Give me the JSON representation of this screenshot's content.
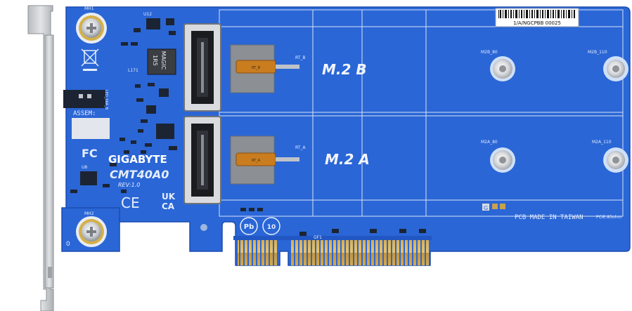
{
  "board": {
    "brand": "GIGABYTE",
    "model": "CMT40A0",
    "revision": "REV:1.0",
    "assembly_label": "ASSEM:",
    "serial": "1/A/NGCPBB 00025",
    "made_in": "PCB MADE IN TAIWAN",
    "pcie_note": "PCIE:85ohm",
    "slot_b_label": "M.2 B",
    "slot_a_label": "M.2 A",
    "hole_m2b_80": "M2B_80",
    "hole_m2b_110": "M2B_110",
    "hole_m2a_80": "M2A_80",
    "hole_m2a_110": "M2A_110",
    "mh1": "MH1",
    "mh2": "MH2",
    "u12": "U12",
    "u8": "U8",
    "l171": "L171",
    "inductor_marking_1": "MAGIC",
    "inductor_marking_2": "1R5",
    "led_label": "LED_SKA_B",
    "thermal_b": "RT_B",
    "thermal_a": "RT_A",
    "thermistor_b": "RT_B",
    "thermistor_a": "RT_A",
    "gold_finger_label": "GF1",
    "bracket_mark": "0",
    "g_mark": "G",
    "fc_mark": "FC",
    "ce_mark": "CE",
    "ukca_1": "UK",
    "ukca_2": "CA"
  },
  "colors": {
    "pcb": "#2a66d6",
    "pcb_dark": "#1f53b8",
    "bracket": "#c7c9cc",
    "gold": "#d9a94a",
    "silk": "#e6eefc"
  }
}
